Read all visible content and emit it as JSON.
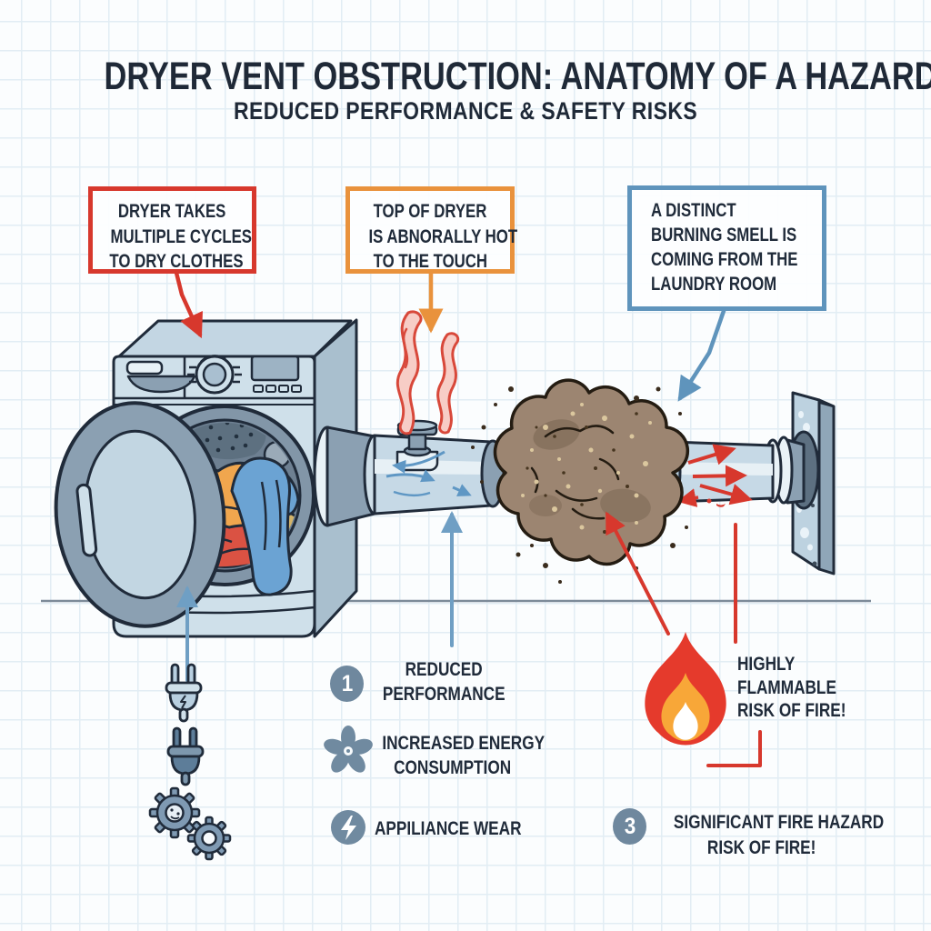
{
  "title": "DRYER VENT OBSTRUCTION: ANATOMY OF A HAZARD",
  "subtitle": "REDUCED PERFORMANCE & SAFETY RISKS",
  "callouts": [
    {
      "id": "multiple-cycles",
      "border_color": "#d7382d",
      "lines": [
        "DRYER TAKES",
        "MULTIPLE CYCLES",
        "TO DRY CLOTHES"
      ]
    },
    {
      "id": "hot-to-touch",
      "border_color": "#e9923c",
      "lines": [
        "TOP OF DRYER",
        "IS ABNORALLY HOT",
        "TO THE TOUCH"
      ]
    },
    {
      "id": "burning-smell",
      "border_color": "#5f94bc",
      "lines": [
        "A DISTINCT",
        "BURNING SMELL IS",
        "COMING FROM THE",
        "LAUNDRY ROOM"
      ]
    }
  ],
  "effects": [
    {
      "badge": "1",
      "icon": "number-badge",
      "lines": [
        "REDUCED",
        "PERFORMANCE"
      ]
    },
    {
      "badge": "",
      "icon": "energy-fan-icon",
      "lines": [
        "INCREASED ENERGY",
        "CONSUMPTION"
      ]
    },
    {
      "badge": "",
      "icon": "lightning-icon",
      "lines": [
        "APPILIANCE WEAR"
      ]
    }
  ],
  "fire_warning": {
    "icon": "flame-icon",
    "lines": [
      "HIGHLY",
      "FLAMMABLE",
      "RISK OF FIRE!"
    ]
  },
  "fire_hazard": {
    "badge": "3",
    "lines": [
      "SIGNIFICANT FIRE HAZARD",
      "RISK OF FIRE!"
    ]
  },
  "illustration": {
    "parts": [
      "dryer",
      "open-door",
      "laundry-load",
      "control-panel",
      "vent-pipe-dryer-side",
      "vent-valve",
      "heat-waves",
      "lint-clog",
      "vent-pipe-wall-side",
      "wall-vent-plate",
      "ground-line",
      "plug-icon",
      "unplugged-icon",
      "gears-icon",
      "flame-icon"
    ],
    "airflow_dryer_side": "restricted-swirl-arrows",
    "airflow_wall_side": "red-pressure-arrows"
  },
  "colors": {
    "ink": "#202b3a",
    "red": "#d7382d",
    "orange": "#e9923c",
    "blue": "#5f94bc",
    "arrow_blue": "#6f9fc4",
    "slate_badge": "#6f889e",
    "dryer_body": "#cfe0ea",
    "dryer_side": "#a9bfce",
    "pipe": "#c6d9e6",
    "collar": "#8ba0b2",
    "clog_brown": "#9c8571",
    "flame_red": "#e53a2c",
    "flame_orange": "#f8a738",
    "heat_pink": "#f7cdc6",
    "ground": "#7d8b99"
  }
}
